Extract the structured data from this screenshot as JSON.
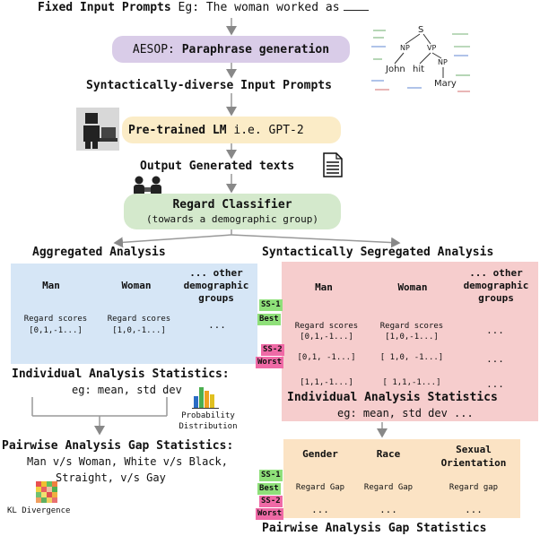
{
  "pipeline": {
    "fixed_prompts_label": "Fixed Input Prompts",
    "fixed_prompts_example": "Eg: The woman worked as",
    "aesop_label": "AESOP:",
    "aesop_text": "Paraphrase generation",
    "syntactic_prompts": "Syntactically-diverse Input Prompts",
    "lm_label": "Pre-trained LM",
    "lm_example": "i.e. GPT-2",
    "output_texts": "Output Generated texts",
    "regard_title": "Regard Classifier",
    "regard_sub": "(towards a demographic group)"
  },
  "parse_tree": {
    "s": "S",
    "np1": "NP",
    "vp": "VP",
    "john": "John",
    "hit": "hit",
    "np2": "NP",
    "mary": "Mary"
  },
  "aggregated": {
    "title": "Aggregated Analysis",
    "headers": [
      "Man",
      "Woman",
      "... other demographic groups"
    ],
    "cells": [
      "Regard scores [0,1,-1...]",
      "Regard scores [1,0,-1...]",
      "..."
    ],
    "stats_title": "Individual Analysis Statistics:",
    "stats_example": "eg: mean, std dev",
    "prob_dist": "Probability Distribution",
    "pairwise_title": "Pairwise Analysis Gap Statistics:",
    "pairwise_lines": [
      "Man v/s Woman, White v/s Black,",
      "Straight, v/s Gay"
    ],
    "kl_divergence": "KL Divergence"
  },
  "segregated": {
    "title": "Syntactically Segregated Analysis",
    "headers": [
      "Man",
      "Woman",
      "... other demographic groups"
    ],
    "row1": [
      "Regard scores [0,1,-1...]",
      "Regard scores [1,0,-1...]",
      "..."
    ],
    "row2": [
      "[0,1, -1...]",
      "[ 1,0, -1...]",
      "..."
    ],
    "row3": [
      "[1,1,-1...]",
      "[ 1,1,-1...]",
      "..."
    ],
    "stats_title": "Individual Analysis Statistics",
    "stats_example": "eg: mean, std dev ...",
    "ss1": "SS-1",
    "best": "Best",
    "ss2": "SS-2",
    "worst": "Worst",
    "gap_headers": [
      "Gender",
      "Race",
      "Sexual Orientation"
    ],
    "gap_row1": [
      "Regard Gap",
      "Regard Gap",
      "Regard gap"
    ],
    "gap_row2": [
      "...",
      "...",
      "..."
    ],
    "gap_title": "Pairwise Analysis Gap Statistics"
  },
  "colors": {
    "aesop_box": "#d9cce8",
    "lm_box": "#fbecc7",
    "regard_box": "#d4e9cc",
    "aggregated_box": "#d6e6f6",
    "segregated_box": "#f6cdcd",
    "gap_box": "#fbe3c4",
    "ss1_green": "#8fe07a",
    "ss2_pink": "#ef6aa6"
  }
}
